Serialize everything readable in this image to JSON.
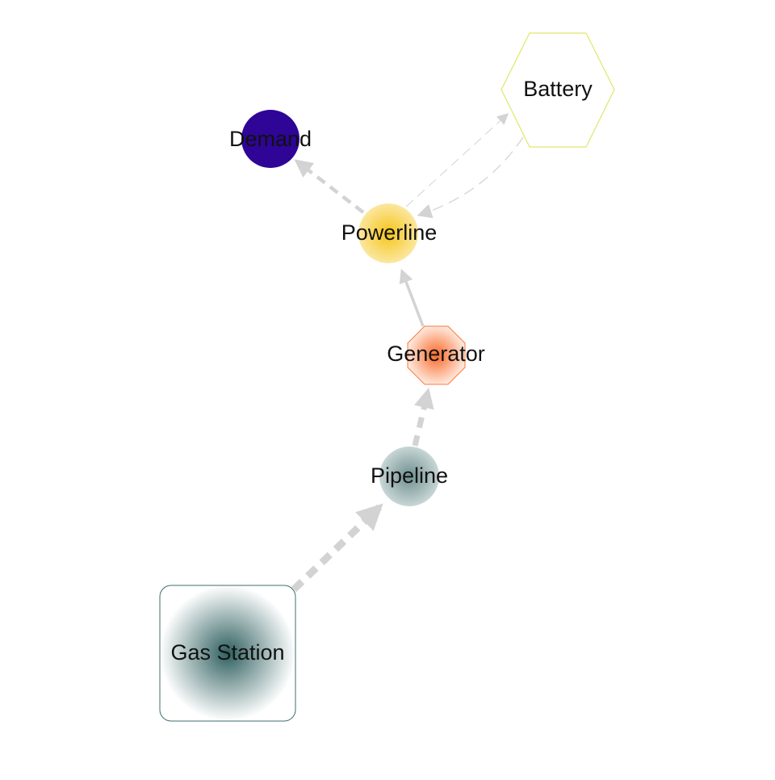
{
  "nodes": {
    "battery": {
      "label": "Battery",
      "color": "#dfe86a"
    },
    "demand": {
      "label": "Demand",
      "color": "#2e0596"
    },
    "powerline": {
      "label": "Powerline",
      "color": "#f5d347"
    },
    "generator": {
      "label": "Generator",
      "color": "#f97b3c"
    },
    "pipeline": {
      "label": "Pipeline",
      "color": "#7d9c9c"
    },
    "gas_station": {
      "label": "Gas Station",
      "color": "#3e6e6e"
    }
  },
  "edges": [
    {
      "from": "Gas Station",
      "to": "Pipeline"
    },
    {
      "from": "Pipeline",
      "to": "Generator"
    },
    {
      "from": "Generator",
      "to": "Powerline"
    },
    {
      "from": "Powerline",
      "to": "Demand"
    },
    {
      "from": "Powerline",
      "to": "Battery"
    },
    {
      "from": "Battery",
      "to": "Powerline"
    }
  ],
  "edge_color": "#d3d3d3"
}
